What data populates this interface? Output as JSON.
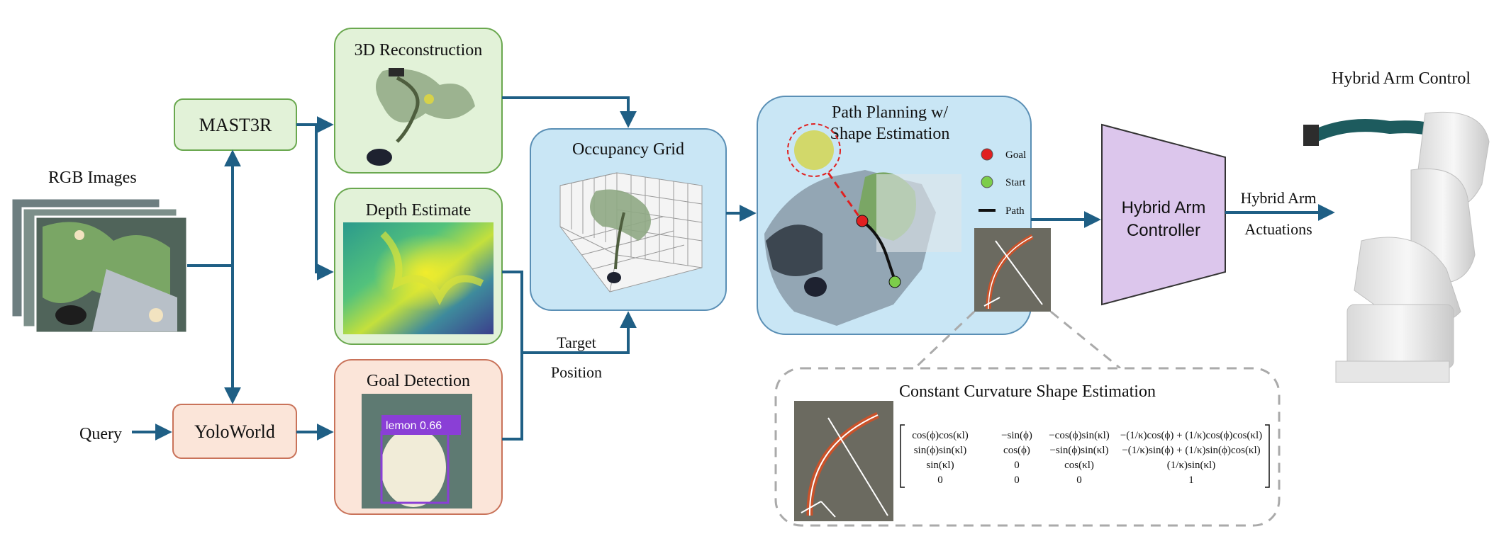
{
  "inputs": {
    "rgb_images": "RGB Images",
    "query": "Query"
  },
  "modules": {
    "mast3r": "MAST3R",
    "yoloworld": "YoloWorld",
    "reconstruction": "3D Reconstruction",
    "depth": "Depth Estimate",
    "goal_detection": "Goal Detection",
    "occupancy": "Occupancy Grid",
    "path_planning_line1": "Path Planning w/",
    "path_planning_line2": "Shape Estimation",
    "controller_line1": "Hybrid Arm",
    "controller_line2": "Controller",
    "arm_control": "Hybrid Arm Control"
  },
  "edges": {
    "target_line1": "Target",
    "target_line2": "Position",
    "actuation_line1": "Hybrid Arm",
    "actuation_line2": "Actuations"
  },
  "detection": {
    "label": "lemon 0.66"
  },
  "path_legend": {
    "goal": "Goal",
    "start": "Start",
    "path": "Path"
  },
  "curvature": {
    "title": "Constant Curvature Shape Estimation",
    "matrix": [
      [
        "cos(ϕ)cos(κl)",
        "−sin(ϕ)",
        "−cos(ϕ)sin(κl)",
        "−(1/κ)cos(ϕ) + (1/κ)cos(ϕ)cos(κl)"
      ],
      [
        "sin(ϕ)sin(κl)",
        "cos(ϕ)",
        "−sin(ϕ)sin(κl)",
        "−(1/κ)sin(ϕ) + (1/κ)sin(ϕ)cos(κl)"
      ],
      [
        "sin(κl)",
        "0",
        "cos(κl)",
        "(1/κ)sin(κl)"
      ],
      [
        "0",
        "0",
        "0",
        "1"
      ]
    ]
  },
  "colors": {
    "arrow": "#1f5f85",
    "green_fill": "#e2f2d8",
    "green_stroke": "#6aa84f",
    "orange_fill": "#fbe5d9",
    "orange_stroke": "#c9735a",
    "blue_fill": "#c9e6f5",
    "blue_stroke": "#5a8fb5",
    "controller_fill": "#dcc6ec",
    "goal_marker": "#e02020",
    "start_marker": "#7ccd4a"
  }
}
